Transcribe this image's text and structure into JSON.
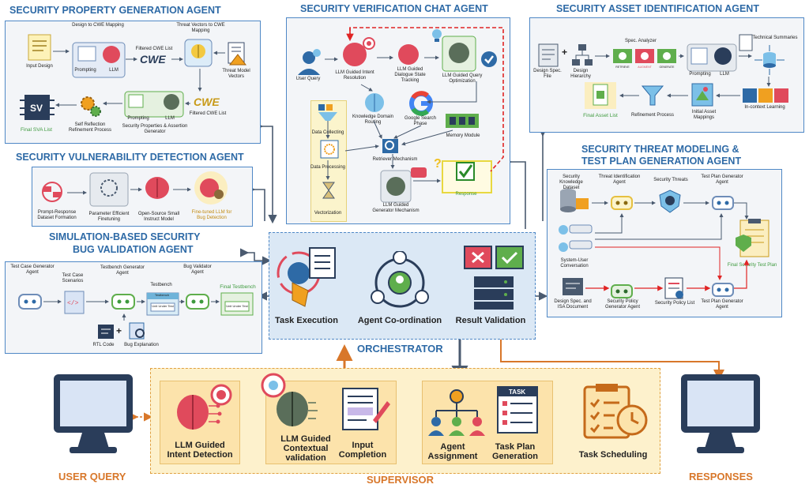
{
  "colors": {
    "title": "#2e6aa6",
    "panel_border": "#4f88c6",
    "supervisor_fill": "#fdf1cc",
    "supervisor_border": "#e0a040",
    "orange_text": "#d8772a",
    "brain": "#e04a5c",
    "green": "#5fae4c",
    "arrow_dark": "#4a5a6f",
    "arrow_orange": "#d8772a",
    "arrow_red": "#e02424"
  },
  "spg": {
    "title": "SECURITY PROPERTY GENERATION AGENT",
    "input_design": "Input Design",
    "design_to_cwe": "Design to CWE Mapping",
    "prompting": "Prompting",
    "llm": "LLM",
    "filtered_cwe_list": "Filtered CWE List",
    "threat_vectors": "Threat Vectors to CWE Mapping",
    "threat_model_vectors": "Threat Model Vectors",
    "filtered_cwe_list2": "Filtered CWE List",
    "prompting2": "Prompting",
    "llm2": "LLM",
    "properties_gen": "Security Properties & Assertion Generator",
    "self_reflection": "Self Reflection Refinement Process",
    "final_sva": "Final SVA List"
  },
  "svd": {
    "title": "SECURITY VULNERABILITY DETECTION AGENT",
    "prompt_response": "Prompt-Response Dataset Formation",
    "param_eff": "Parameter Efficient Finetuning",
    "open_source": "Open-Source Small Instruct Model",
    "fine_tuned": "Fine-tuned LLM for Bug Detection"
  },
  "sbv": {
    "title_line1": "SIMULATION-BASED SECURITY",
    "title_line2": "BUG VALIDATION AGENT",
    "tcg_agent": "Test Case Generator Agent",
    "test_case_scenarios": "Test Case Scenarios",
    "tbg_agent": "Testbench Generator Agent",
    "testbench": "Testbench",
    "unit_under_test": "Unit Under Test",
    "bug_validator": "Bug Validator Agent",
    "final_testbench": "Final Testbench",
    "unit_under_test2": "Unit Under Test",
    "testbench_small": "Testbench",
    "rtl_code": "RTL Code",
    "bug_explanation": "Bug Explanation"
  },
  "svc": {
    "title": "SECURITY VERIFICATION CHAT AGENT",
    "user_query": "User Query",
    "intent_resolution": "LLM Guided Intent Resolution",
    "dialogue_state": "LLM Guided Dialogue State Tracking",
    "query_opt": "LLM Guided Query Optimization",
    "knowledge_routing": "Knowledge Domain Routing",
    "google_search": "Google Search Phase",
    "memory_module": "Memory Module",
    "data_collecting": "Data Collecting",
    "data_processing": "Data Processing",
    "vectorization": "Vectorization",
    "retriever": "Retriever Mechanism",
    "generator": "LLM Guided Generator Mechanism",
    "response": "Response"
  },
  "sai": {
    "title": "SECURITY ASSET IDENTIFICATION AGENT",
    "design_spec": "Design Spec. File",
    "design_hierarchy": "Design Hierarchy",
    "spec_analyzer": "Spec. Analyzer",
    "retrieve": "RETRIEVE",
    "augment": "AUGMENT",
    "generate": "GENERATE",
    "prompting": "Prompting",
    "llm": "LLM",
    "technical_summaries": "Technical Summaries",
    "incontext": "In-context Learning",
    "initial_asset": "Initial Asset Mappings",
    "refinement": "Refinement Process",
    "final_asset": "Final Asset List"
  },
  "stm": {
    "title_line1": "SECURITY THREAT MODELING &",
    "title_line2": "TEST PLAN GENERATION AGENT",
    "knowledge_dataset": "Security Knowledge Dataset",
    "threat_id_agent": "Threat Identification Agent",
    "security_threats": "Security Threats",
    "test_plan_gen": "Test Plan Generator Agent",
    "system_user": "System-User Conversation",
    "final_test_plan": "Final Security Test Plan",
    "design_spec_isa": "Design Spec. and ISA Document",
    "policy_gen": "Security Policy Generator Agent",
    "policy_list": "Security Policy List",
    "test_plan_gen2": "Test Plan Generator Agent"
  },
  "orchestrator": {
    "label": "ORCHESTRATOR",
    "task_execution": "Task Execution",
    "agent_coordination": "Agent Co-ordination",
    "result_validation": "Result Validation"
  },
  "supervisor": {
    "label": "SUPERVISOR",
    "intent_detection": "LLM Guided Intent Detection",
    "contextual": "LLM Guided Contextual validation",
    "input_completion": "Input Completion",
    "agent_assignment": "Agent Assignment",
    "task_plan": "Task Plan Generation",
    "task_word": "TASK",
    "task_scheduling": "Task Scheduling"
  },
  "user_query_label": "USER QUERY",
  "responses_label": "RESPONSES"
}
